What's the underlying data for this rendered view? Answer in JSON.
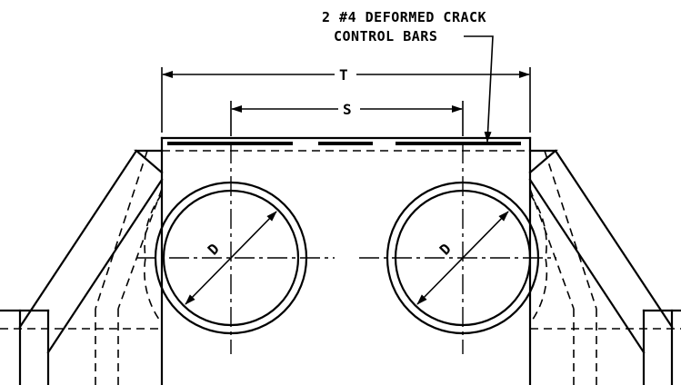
{
  "note": {
    "line1": "2 #4 DEFORMED CRACK",
    "line2": "CONTROL BARS"
  },
  "dimensions": {
    "overall_width": "T",
    "spacing": "S",
    "left_pipe_diameter": "D",
    "right_pipe_diameter": "D"
  }
}
